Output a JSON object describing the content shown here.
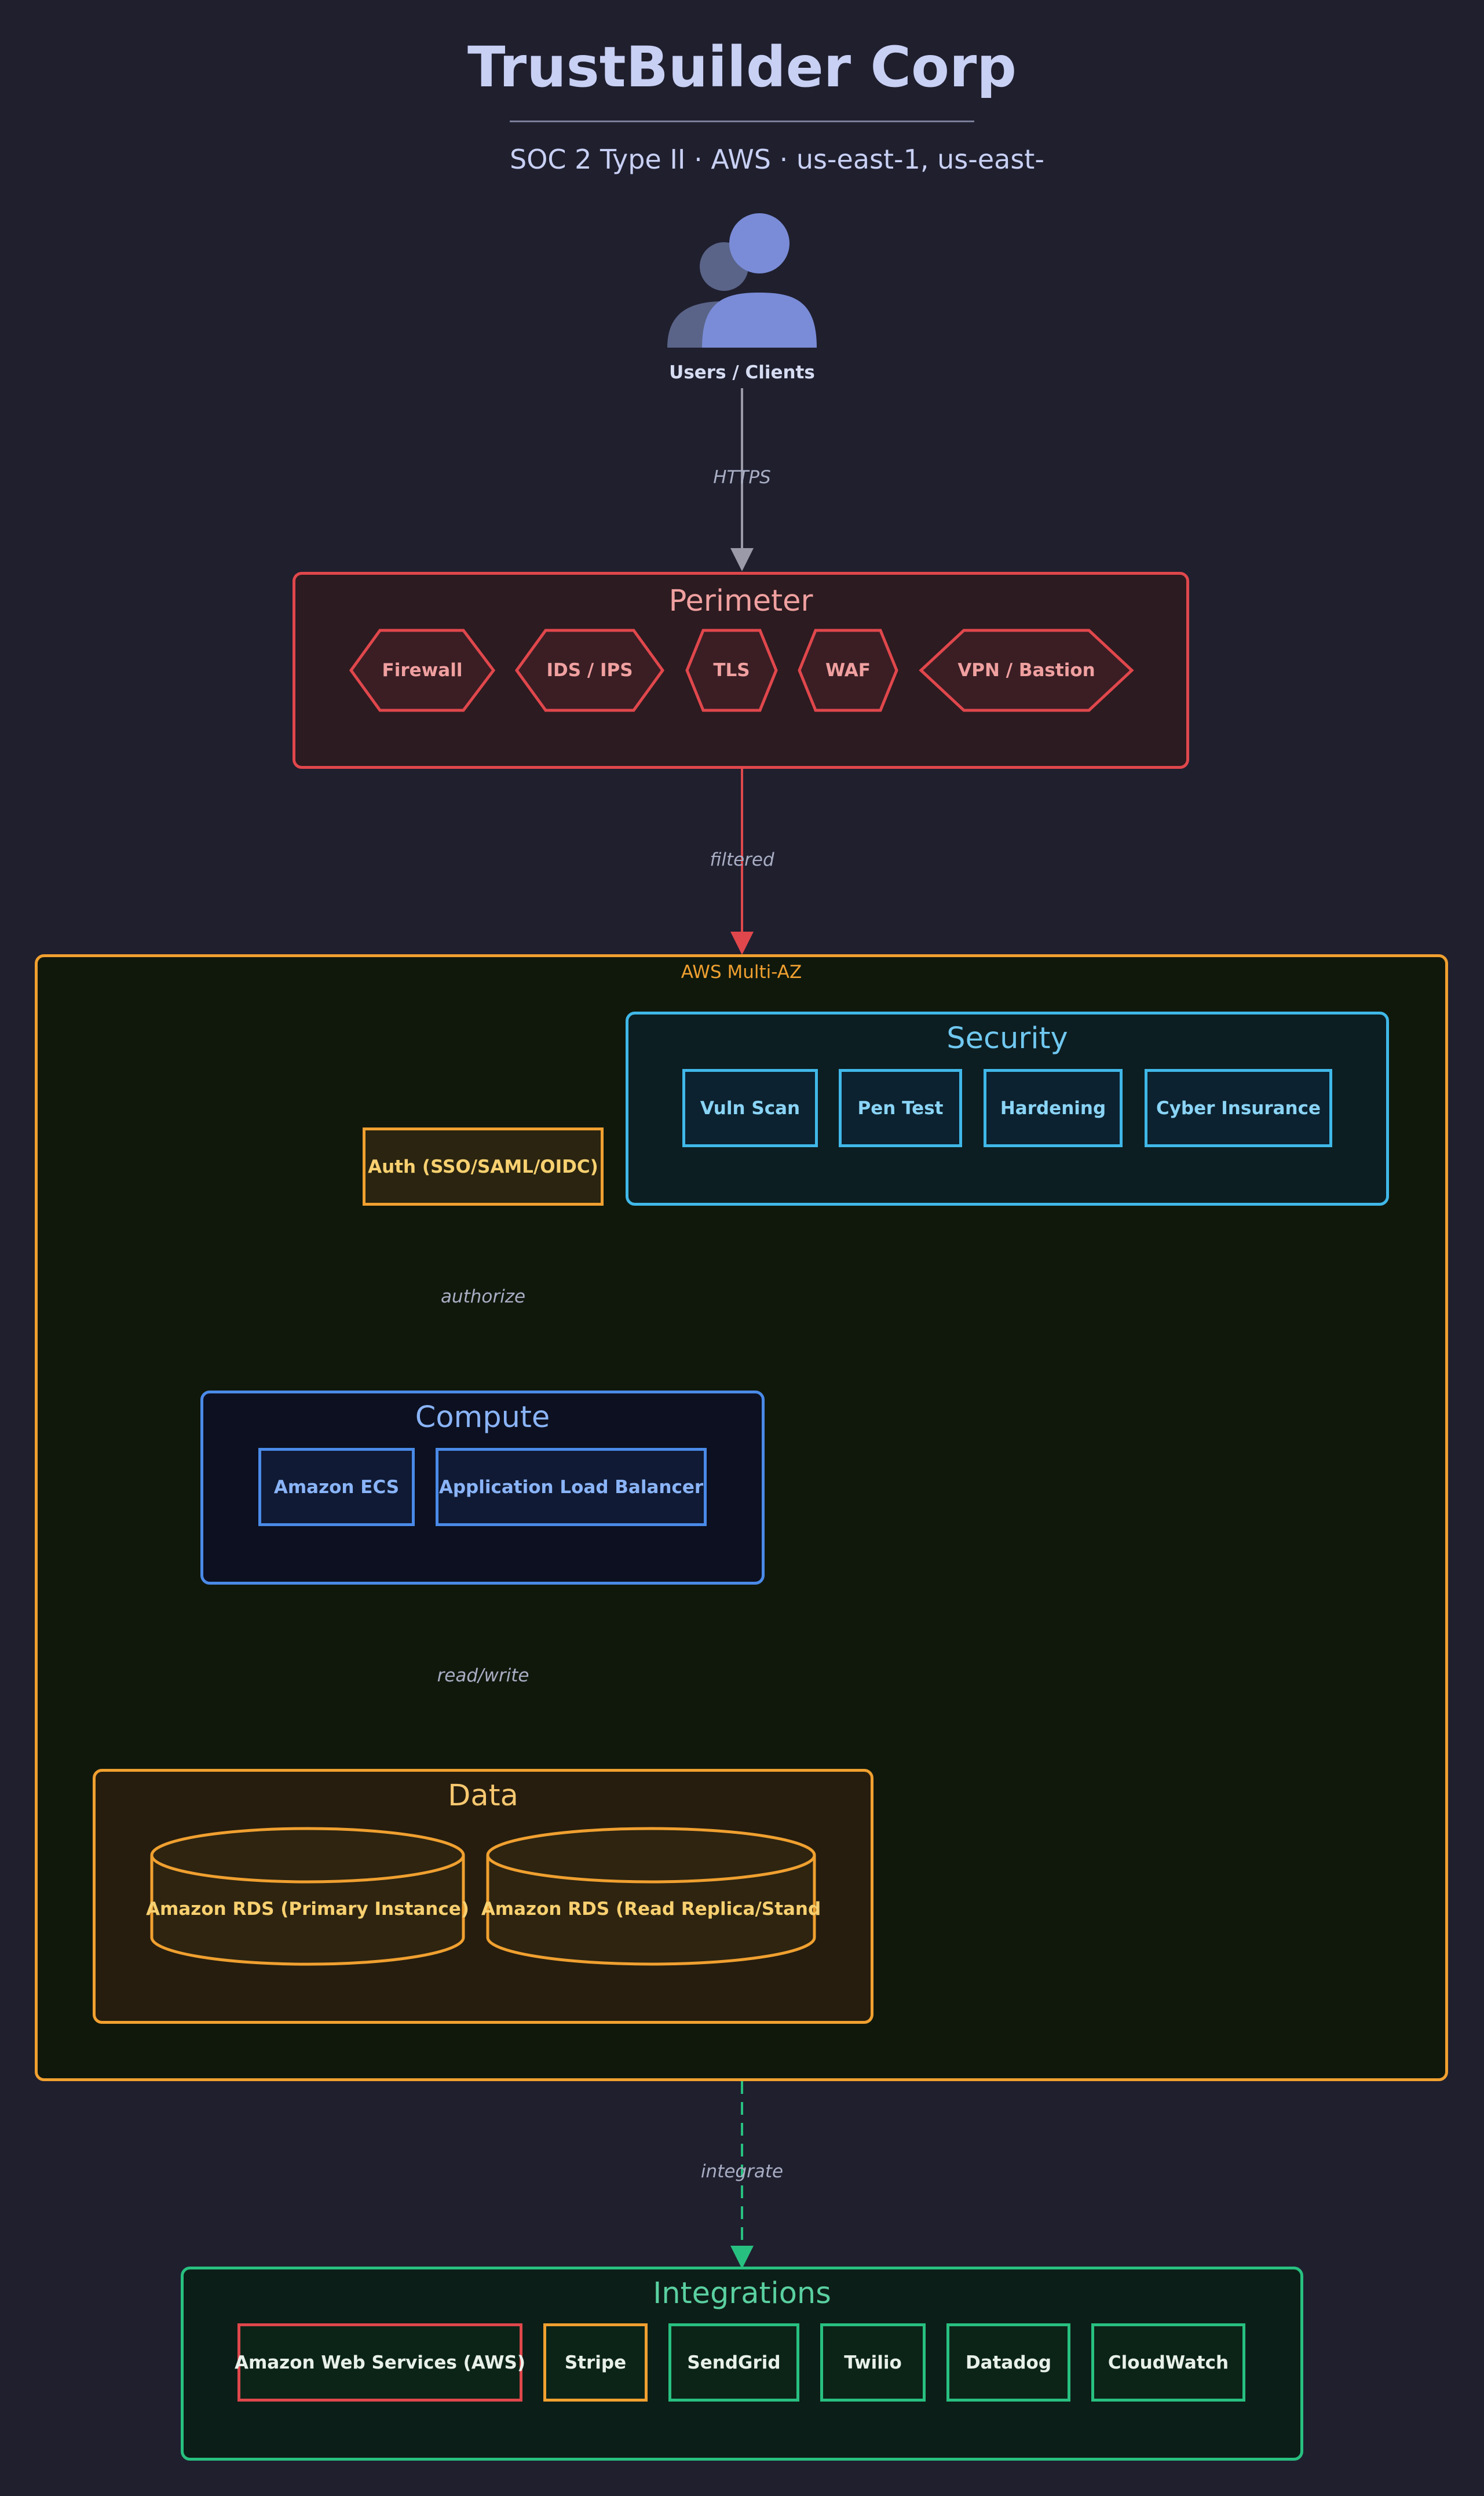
{
  "header": {
    "title": "TrustBuilder Corp",
    "subtitle": "SOC 2 Type II · AWS · us-east-1, us-east-"
  },
  "users": {
    "label": "Users / Clients",
    "icon": "users-icon"
  },
  "edges": {
    "https": "HTTPS",
    "filtered": "filtered",
    "authorize": "authorize",
    "read_write": "read/write",
    "integrate": "integrate"
  },
  "perimeter": {
    "title": "Perimeter",
    "items": [
      "Firewall",
      "IDS / IPS",
      "TLS",
      "WAF",
      "VPN / Bastion"
    ]
  },
  "aws": {
    "label": "AWS Multi-AZ"
  },
  "security": {
    "title": "Security",
    "items": [
      "Vuln Scan",
      "Pen Test",
      "Hardening",
      "Cyber Insurance"
    ]
  },
  "auth": {
    "label": "Auth (SSO/SAML/OIDC)"
  },
  "compute": {
    "title": "Compute",
    "items": [
      "Amazon ECS",
      "Application Load Balancer"
    ]
  },
  "data": {
    "title": "Data",
    "items": [
      "Amazon RDS (Primary Instance)",
      "Amazon RDS (Read Replica/Stand"
    ]
  },
  "integrations": {
    "title": "Integrations",
    "items": [
      "Amazon Web Services (AWS)",
      "Stripe",
      "SendGrid",
      "Twilio",
      "Datadog",
      "CloudWatch"
    ]
  },
  "colors": {
    "background": "#1f1f2e",
    "perimeter": "#e0474c",
    "aws": "#f0a030",
    "security": "#40b8e8",
    "compute": "#4a8ae8",
    "integrations": "#28c080"
  }
}
